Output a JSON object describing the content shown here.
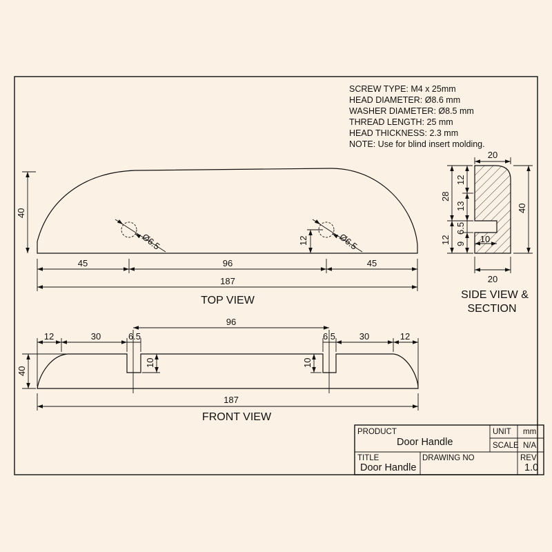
{
  "notes": [
    "SCREW TYPE: M4 x 25mm",
    "HEAD DIAMETER: Ø8.6 mm",
    "WASHER DIAMETER: Ø8.5 mm",
    "THREAD LENGTH: 25 mm",
    "HEAD THICKNESS: 2.3 mm",
    "NOTE: Use for blind insert molding."
  ],
  "top_view": {
    "label": "TOP VIEW",
    "dims": {
      "height": "40",
      "left": "45",
      "center": "96",
      "right": "45",
      "overall": "187",
      "hole_offset": "12",
      "hole_left": "Ø6.5",
      "hole_right": "Ø6.5"
    }
  },
  "front_view": {
    "label": "FRONT VIEW",
    "dims": {
      "height": "40",
      "left_12": "12",
      "left_30": "30",
      "left_6_5": "6.5",
      "center": "96",
      "right_6_5": "6.5",
      "right_30": "30",
      "right_12": "12",
      "slot_left": "10",
      "slot_right": "10",
      "overall": "187"
    }
  },
  "side_view": {
    "label_line1": "SIDE VIEW &",
    "label_line2": "SECTION",
    "dims": {
      "top_width": "20",
      "bottom_width": "20",
      "height": "40",
      "d28": "28",
      "d12_top": "12",
      "d13": "13",
      "d6_5": "6.5",
      "d12_bottom": "12",
      "d9": "9",
      "d10": "10"
    }
  },
  "title_block": {
    "product_label": "PRODUCT",
    "product_value": "Door Handle",
    "unit_label": "UNIT",
    "unit_value": "mm",
    "scale_label": "SCALE",
    "scale_value": "N/A",
    "title_label": "TITLE",
    "title_value": "Door Handle",
    "drawing_no_label": "DRAWING NO",
    "rev_label": "REV",
    "rev_value": "1.0"
  }
}
